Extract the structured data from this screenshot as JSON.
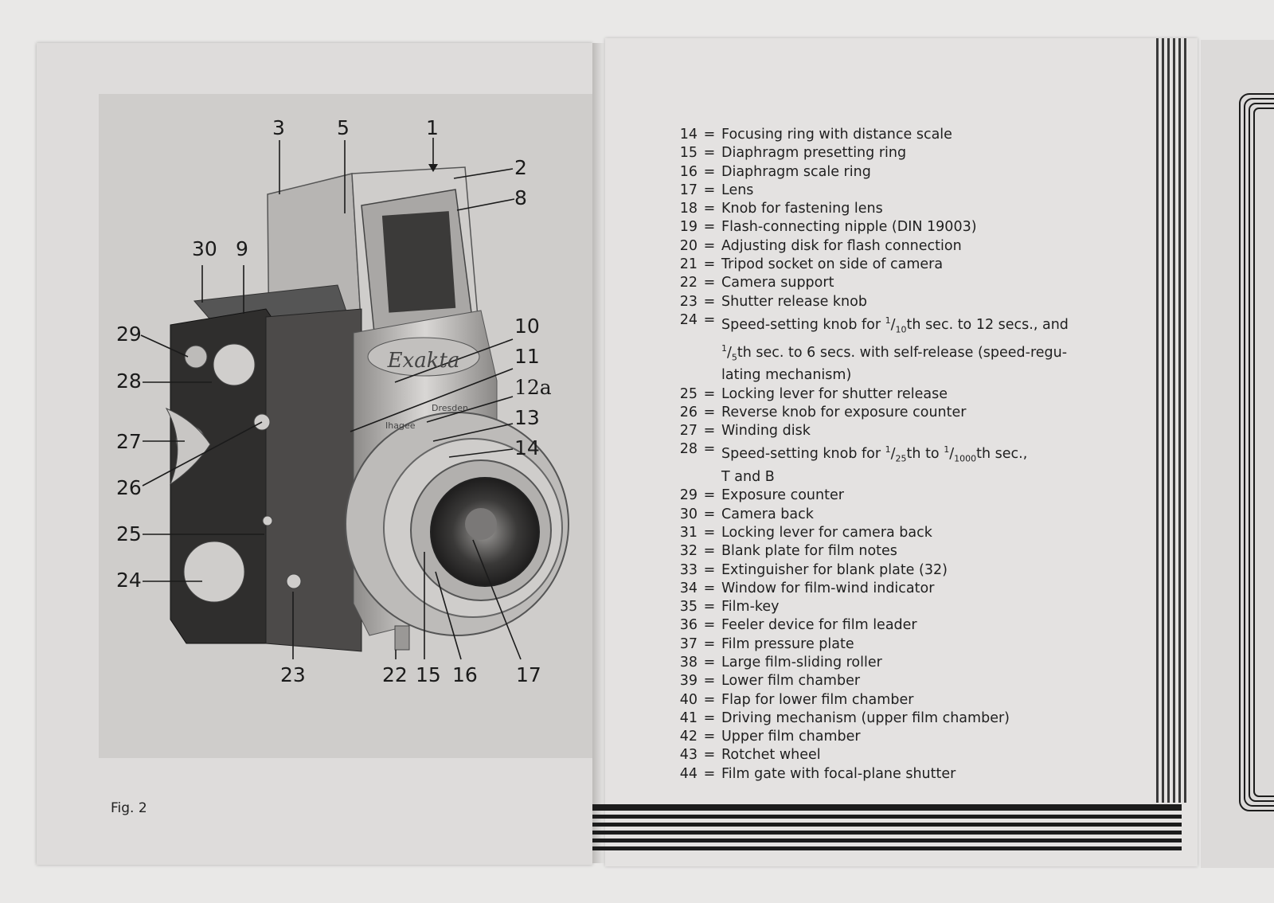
{
  "figure": {
    "caption": "Fig. 2",
    "callouts": {
      "c1": "1",
      "c2": "2",
      "c3": "3",
      "c5": "5",
      "c8": "8",
      "c9": "9",
      "c10": "10",
      "c11": "11",
      "c12a": "12a",
      "c13": "13",
      "c14": "14",
      "c15": "15",
      "c16": "16",
      "c17": "17",
      "c22": "22",
      "c23": "23",
      "c24": "24",
      "c25": "25",
      "c26": "26",
      "c27": "27",
      "c28": "28",
      "c29": "29",
      "c30": "30"
    },
    "brand_engraving": "Exakta",
    "maker_engraving_1": "Ihagee",
    "maker_engraving_2": "Dresden"
  },
  "legend": [
    {
      "num": "14",
      "eq": "=",
      "text": "Focusing ring with distance scale"
    },
    {
      "num": "15",
      "eq": "=",
      "text": "Diaphragm presetting ring"
    },
    {
      "num": "16",
      "eq": "=",
      "text": "Diaphragm scale ring"
    },
    {
      "num": "17",
      "eq": "=",
      "text": "Lens"
    },
    {
      "num": "18",
      "eq": "=",
      "text": "Knob for fastening lens"
    },
    {
      "num": "19",
      "eq": "=",
      "text": "Flash-connecting nipple (DIN 19003)"
    },
    {
      "num": "20",
      "eq": "=",
      "text": "Adjusting disk for flash connection"
    },
    {
      "num": "21",
      "eq": "=",
      "text": "Tripod socket on side of camera"
    },
    {
      "num": "22",
      "eq": "=",
      "text": "Camera support"
    },
    {
      "num": "23",
      "eq": "=",
      "text": "Shutter release knob"
    },
    {
      "num": "24",
      "eq": "=",
      "text_a": "Speed-setting knob for ",
      "frac1_n": "1",
      "frac1_d": "10",
      "text_b": "th sec. to 12 secs., and",
      "frac2_n": "1",
      "frac2_d": "5",
      "text_c": "th sec. to 6 secs. with self-release (speed-regu-",
      "text_d": "lating mechanism)"
    },
    {
      "num": "25",
      "eq": "=",
      "text": "Locking lever for shutter release"
    },
    {
      "num": "26",
      "eq": "=",
      "text": "Reverse knob for exposure counter"
    },
    {
      "num": "27",
      "eq": "=",
      "text": "Winding disk"
    },
    {
      "num": "28",
      "eq": "=",
      "text_a": "Speed-setting knob for ",
      "frac1_n": "1",
      "frac1_d": "25",
      "text_b": "th to ",
      "frac2_n": "1",
      "frac2_d": "1000",
      "text_c": "th sec.,",
      "text_d": "T and B"
    },
    {
      "num": "29",
      "eq": "=",
      "text": "Exposure counter"
    },
    {
      "num": "30",
      "eq": "=",
      "text": "Camera back"
    },
    {
      "num": "31",
      "eq": "=",
      "text": "Locking lever for camera back"
    },
    {
      "num": "32",
      "eq": "=",
      "text": "Blank plate for film notes"
    },
    {
      "num": "33",
      "eq": "=",
      "text": "Extinguisher for blank plate (32)"
    },
    {
      "num": "34",
      "eq": "=",
      "text": "Window for film-wind indicator"
    },
    {
      "num": "35",
      "eq": "=",
      "text": "Film-key"
    },
    {
      "num": "36",
      "eq": "=",
      "text": "Feeler device for film leader"
    },
    {
      "num": "37",
      "eq": "=",
      "text": "Film pressure plate"
    },
    {
      "num": "38",
      "eq": "=",
      "text": "Large film-sliding roller"
    },
    {
      "num": "39",
      "eq": "=",
      "text": "Lower film chamber"
    },
    {
      "num": "40",
      "eq": "=",
      "text": "Flap for lower film chamber"
    },
    {
      "num": "41",
      "eq": "=",
      "text": "Driving mechanism (upper film chamber)"
    },
    {
      "num": "42",
      "eq": "=",
      "text": "Upper film chamber"
    },
    {
      "num": "43",
      "eq": "=",
      "text": "Rotchet wheel"
    },
    {
      "num": "44",
      "eq": "=",
      "text": "Film gate with focal-plane shutter"
    }
  ]
}
